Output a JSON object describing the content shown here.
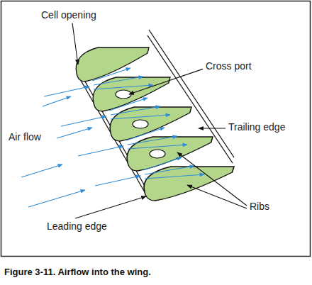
{
  "diagram": {
    "caption": "Figure 3-11. Airflow into the wing.",
    "labels": [
      "Cell opening",
      "Cross port",
      "Air flow",
      "Trailing edge",
      "Ribs",
      "Leading edge"
    ]
  }
}
